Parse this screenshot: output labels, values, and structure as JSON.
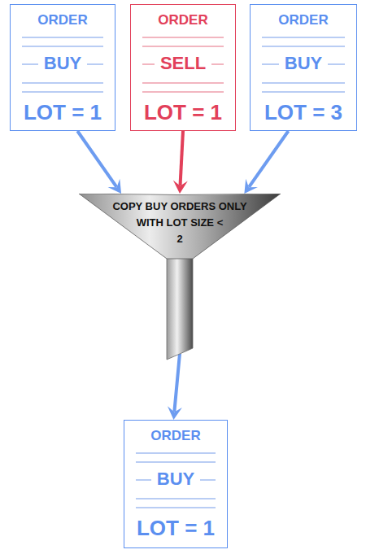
{
  "diagram": {
    "nodes": [
      {
        "text": [
          "ORDER",
          "BUY",
          "LOT = 1"
        ]
      },
      {
        "text": [
          "ORDER",
          "SELL",
          "LOT = 1"
        ]
      },
      {
        "text": [
          "ORDER",
          "BUY",
          "LOT = 3"
        ]
      },
      {
        "text": [
          "COPY BUY ORDERS ONLY WITH LOT SIZE < 2"
        ]
      },
      {
        "text": [
          "ORDER",
          "BUY",
          "LOT = 1"
        ]
      }
    ],
    "edges": [
      {
        "from": 0,
        "to": 3,
        "arrow": "to"
      },
      {
        "from": 1,
        "to": 3,
        "arrow": "to"
      },
      {
        "from": 2,
        "to": 3,
        "arrow": "to"
      },
      {
        "from": 3,
        "to": 4,
        "arrow": "to"
      }
    ]
  }
}
